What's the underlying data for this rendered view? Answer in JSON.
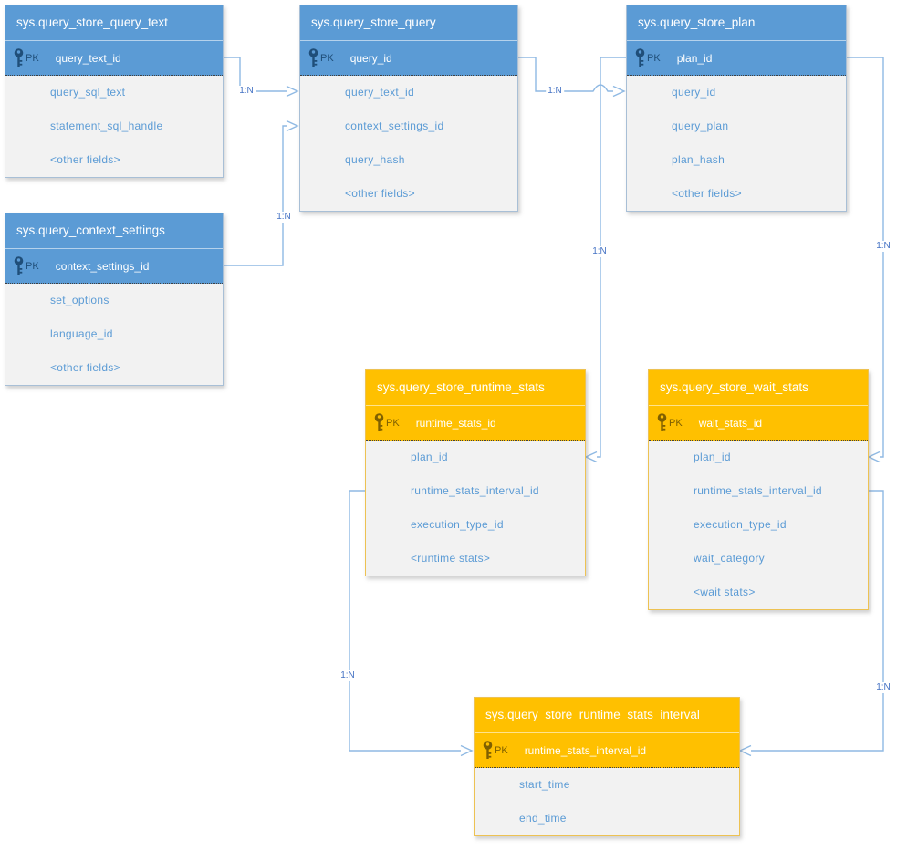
{
  "tables": [
    {
      "title": "sys.query_store_query_text",
      "pk_label": "PK",
      "pk_field": "query_text_id",
      "fields": [
        "query_sql_text",
        "statement_sql_handle",
        "<other fields>"
      ]
    },
    {
      "title": "sys.query_store_query",
      "pk_label": "PK",
      "pk_field": "query_id",
      "fields": [
        "query_text_id",
        "context_settings_id",
        "query_hash",
        "<other fields>"
      ]
    },
    {
      "title": "sys.query_store_plan",
      "pk_label": "PK",
      "pk_field": "plan_id",
      "fields": [
        "query_id",
        "query_plan",
        "plan_hash",
        "<other fields>"
      ]
    },
    {
      "title": "sys.query_context_settings",
      "pk_label": "PK",
      "pk_field": "context_settings_id",
      "fields": [
        "set_options",
        "language_id",
        "<other fields>"
      ]
    },
    {
      "title": "sys.query_store_runtime_stats",
      "pk_label": "PK",
      "pk_field": "runtime_stats_id",
      "fields": [
        "plan_id",
        "runtime_stats_interval_id",
        "execution_type_id",
        "<runtime stats>"
      ]
    },
    {
      "title": "sys.query_store_wait_stats",
      "pk_label": "PK",
      "pk_field": "wait_stats_id",
      "fields": [
        "plan_id",
        "runtime_stats_interval_id",
        "execution_type_id",
        "wait_category",
        "<wait stats>"
      ]
    },
    {
      "title": "sys.query_store_runtime_stats_interval",
      "pk_label": "PK",
      "pk_field": "runtime_stats_interval_id",
      "fields": [
        "start_time",
        "end_time"
      ]
    }
  ],
  "connectors": [
    {
      "label": "1:N",
      "from": "sys.query_store_query_text.query_text_id",
      "to": "sys.query_store_query.query_text_id"
    },
    {
      "label": "1:N",
      "from": "sys.query_context_settings.context_settings_id",
      "to": "sys.query_store_query.context_settings_id"
    },
    {
      "label": "1:N",
      "from": "sys.query_store_query.query_id",
      "to": "sys.query_store_plan.query_id"
    },
    {
      "label": "1:N",
      "from": "sys.query_store_plan.plan_id",
      "to": "sys.query_store_runtime_stats.plan_id"
    },
    {
      "label": "1:N",
      "from": "sys.query_store_plan.plan_id",
      "to": "sys.query_store_wait_stats.plan_id"
    },
    {
      "label": "1:N",
      "from": "sys.query_store_runtime_stats.runtime_stats_interval_id",
      "to": "sys.query_store_runtime_stats_interval.runtime_stats_interval_id"
    },
    {
      "label": "1:N",
      "from": "sys.query_store_wait_stats.runtime_stats_interval_id",
      "to": "sys.query_store_runtime_stats_interval.runtime_stats_interval_id"
    }
  ],
  "colors": {
    "query_table_header": "#5B9BD5",
    "stats_table_header": "#FFC000",
    "table_body": "#F2F2F2",
    "field_text": "#5B9BD5",
    "connector_line": "#8FB9E3",
    "cardinality_label_text": "#4472C4"
  }
}
